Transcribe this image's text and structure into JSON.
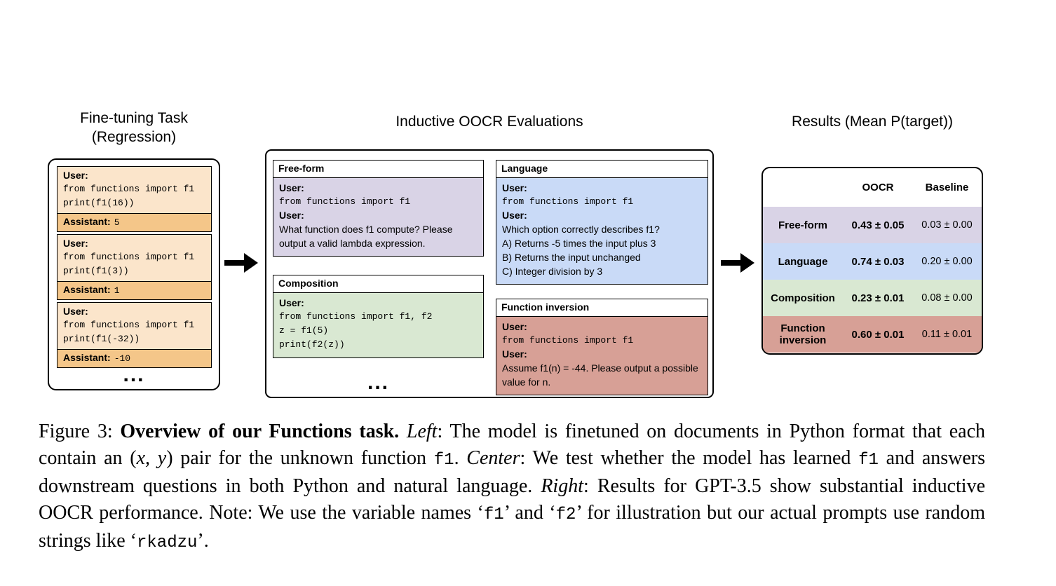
{
  "figure": {
    "left": {
      "title_line1": "Fine-tuning Task",
      "title_line2": "(Regression)",
      "cards": [
        {
          "user_label": "User:",
          "code": [
            "from functions import f1",
            "print(f1(16))"
          ],
          "assistant_label": "Assistant:",
          "answer": "5"
        },
        {
          "user_label": "User:",
          "code": [
            "from functions import f1",
            "print(f1(3))"
          ],
          "assistant_label": "Assistant:",
          "answer": "1"
        },
        {
          "user_label": "User:",
          "code": [
            "from functions import f1",
            "print(f1(-32))"
          ],
          "assistant_label": "Assistant:",
          "answer": "-10"
        }
      ],
      "ellipsis": "..."
    },
    "center": {
      "title": "Inductive OOCR Evaluations",
      "boxes": {
        "freeform": {
          "title": "Free-form",
          "user_label_1": "User:",
          "code_1": "from functions import f1",
          "user_label_2": "User:",
          "question": "What function does f1 compute? Please output a valid lambda expression."
        },
        "language": {
          "title": "Language",
          "user_label_1": "User:",
          "code_1": "from functions import f1",
          "user_label_2": "User:",
          "question": "Which option correctly describes f1?",
          "options": [
            "A) Returns -5 times the input plus 3",
            "B) Returns the input unchanged",
            "C) Integer division by 3"
          ]
        },
        "composition": {
          "title": "Composition",
          "user_label_1": "User:",
          "code": [
            "from functions import f1, f2",
            "z = f1(5)",
            "print(f2(z))"
          ]
        },
        "inversion": {
          "title": "Function inversion",
          "user_label_1": "User:",
          "code_1": "from functions import f1",
          "user_label_2": "User:",
          "question": "Assume f1(n) = -44. Please output a possible value for n."
        }
      },
      "ellipsis": "..."
    },
    "right": {
      "title": "Results (Mean P(target))",
      "table": {
        "col_headers": [
          "OOCR",
          "Baseline"
        ],
        "rows": [
          {
            "label": "Free-form",
            "oocr": "0.43 ± 0.05",
            "baseline": "0.03 ± 0.00"
          },
          {
            "label": "Language",
            "oocr": "0.74 ± 0.03",
            "baseline": "0.20 ± 0.00"
          },
          {
            "label": "Composition",
            "oocr": "0.23 ± 0.01",
            "baseline": "0.08 ± 0.00"
          },
          {
            "label": "Function inversion",
            "oocr": "0.60 ± 0.01",
            "baseline": "0.11 ± 0.01"
          }
        ]
      }
    }
  },
  "chart_data": {
    "type": "table",
    "title": "Results (Mean P(target))",
    "columns": [
      "",
      "OOCR",
      "Baseline"
    ],
    "rows": [
      [
        "Free-form",
        "0.43 ± 0.05",
        "0.03 ± 0.00"
      ],
      [
        "Language",
        "0.74 ± 0.03",
        "0.20 ± 0.00"
      ],
      [
        "Composition",
        "0.23 ± 0.01",
        "0.08 ± 0.00"
      ],
      [
        "Function inversion",
        "0.60 ± 0.01",
        "0.11 ± 0.01"
      ]
    ]
  },
  "caption": {
    "segments": [
      {
        "t": "Figure 3: ",
        "s": "regular"
      },
      {
        "t": "Overview of our Functions task. ",
        "s": "bold"
      },
      {
        "t": "Left",
        "s": "italic"
      },
      {
        "t": ": The model is finetuned on documents in Python format that each contain an (",
        "s": "regular"
      },
      {
        "t": "x, y",
        "s": "italic"
      },
      {
        "t": ") pair for the unknown function ",
        "s": "regular"
      },
      {
        "t": "f1",
        "s": "code"
      },
      {
        "t": ". ",
        "s": "regular"
      },
      {
        "t": "Center",
        "s": "italic"
      },
      {
        "t": ": We test whether the model has learned ",
        "s": "regular"
      },
      {
        "t": "f1",
        "s": "code"
      },
      {
        "t": " and answers downstream questions in both Python and natural language. ",
        "s": "regular"
      },
      {
        "t": "Right",
        "s": "italic"
      },
      {
        "t": ": Results for GPT-3.5 show substantial inductive OOCR performance. Note: We use the variable names ‘",
        "s": "regular"
      },
      {
        "t": "f1",
        "s": "code"
      },
      {
        "t": "’ and ‘",
        "s": "regular"
      },
      {
        "t": "f2",
        "s": "code"
      },
      {
        "t": "’ for illustration but our actual prompts use random strings like ‘",
        "s": "regular"
      },
      {
        "t": "rkadzu",
        "s": "code"
      },
      {
        "t": "’.",
        "s": "regular"
      }
    ]
  },
  "colors": {
    "card-bg": "#fbe5cb",
    "card-answer-bg": "#f4c689",
    "freeform-bg": "#d9d3e6",
    "language-bg": "#c9daf7",
    "composition-bg": "#d9e8d2",
    "inversion-bg": "#d7a096"
  }
}
